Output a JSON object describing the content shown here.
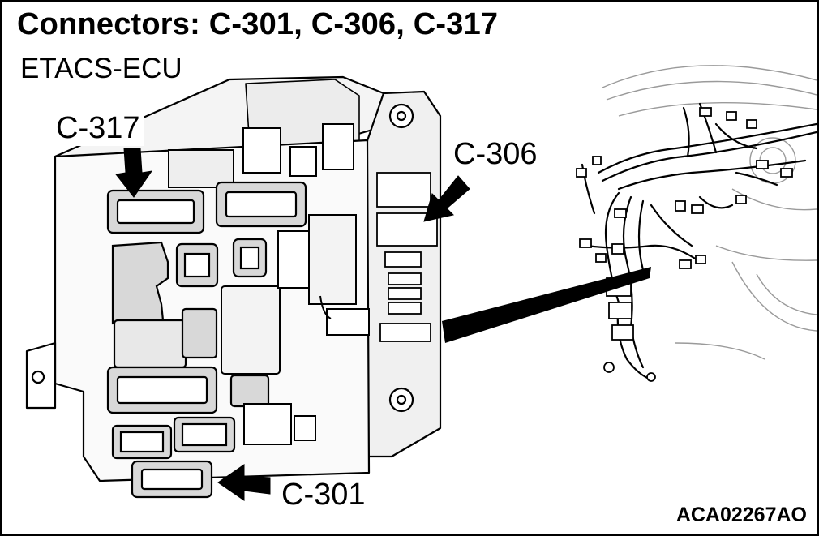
{
  "title": "Connectors: C-301, C-306, C-317",
  "subtitle": "ETACS-ECU",
  "callouts": {
    "c317": "C-317",
    "c306": "C-306",
    "c301": "C-301"
  },
  "figure_code": "ACA02267AO",
  "colors": {
    "ink": "#000000",
    "paper": "#ffffff",
    "shade": "#d8d8d8"
  }
}
